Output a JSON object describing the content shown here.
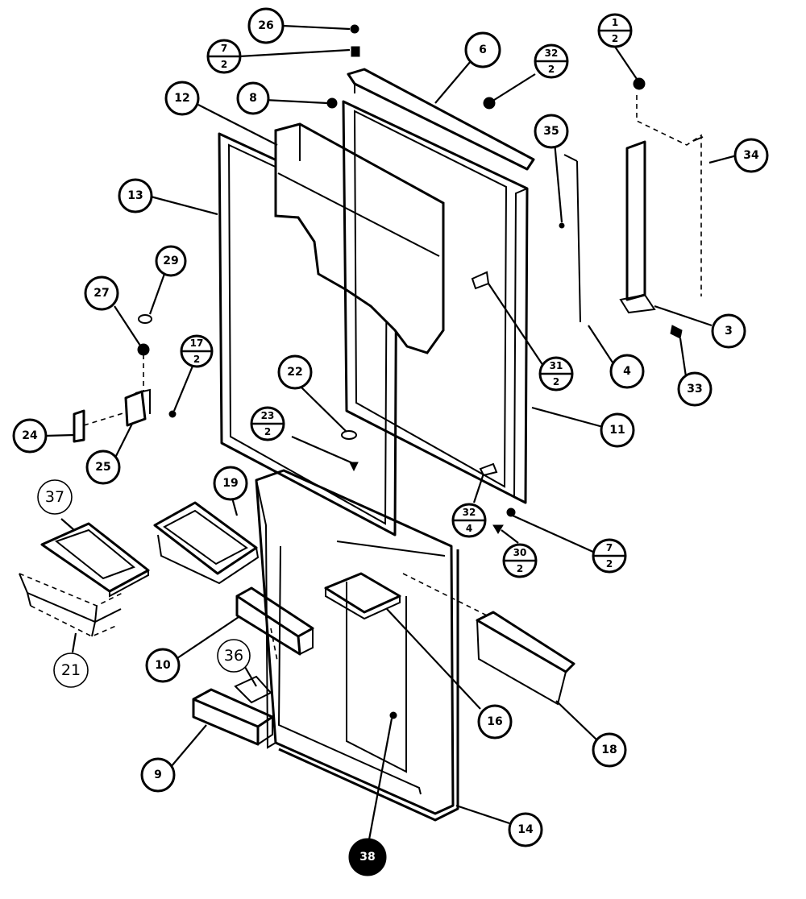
{
  "callouts": [
    {
      "id": "c26",
      "label": "26"
    },
    {
      "id": "c7-2-top",
      "numerator": "7",
      "denominator": "2"
    },
    {
      "id": "c6",
      "label": "6"
    },
    {
      "id": "c32-2",
      "numerator": "32",
      "denominator": "2"
    },
    {
      "id": "c1-2",
      "numerator": "1",
      "denominator": "2"
    },
    {
      "id": "c12",
      "label": "12"
    },
    {
      "id": "c8",
      "label": "8"
    },
    {
      "id": "c35",
      "label": "35"
    },
    {
      "id": "c34",
      "label": "34"
    },
    {
      "id": "c13",
      "label": "13"
    },
    {
      "id": "c29",
      "label": "29"
    },
    {
      "id": "c27",
      "label": "27"
    },
    {
      "id": "c17-2",
      "numerator": "17",
      "denominator": "2"
    },
    {
      "id": "c22",
      "label": "22"
    },
    {
      "id": "c31-2",
      "numerator": "31",
      "denominator": "2"
    },
    {
      "id": "c4",
      "label": "4"
    },
    {
      "id": "c3",
      "label": "3"
    },
    {
      "id": "c33",
      "label": "33"
    },
    {
      "id": "c11",
      "label": "11"
    },
    {
      "id": "c24",
      "label": "24"
    },
    {
      "id": "c25",
      "label": "25"
    },
    {
      "id": "c23-2",
      "numerator": "23",
      "denominator": "2"
    },
    {
      "id": "c37",
      "label": "37"
    },
    {
      "id": "c19",
      "label": "19"
    },
    {
      "id": "c32-4",
      "numerator": "32",
      "denominator": "4"
    },
    {
      "id": "c30-2",
      "numerator": "30",
      "denominator": "2"
    },
    {
      "id": "c7-2-bottom",
      "numerator": "7",
      "denominator": "2"
    },
    {
      "id": "c21",
      "label": "21"
    },
    {
      "id": "c10",
      "label": "10"
    },
    {
      "id": "c36",
      "label": "36"
    },
    {
      "id": "c16",
      "label": "16"
    },
    {
      "id": "c18",
      "label": "18"
    },
    {
      "id": "c9",
      "label": "9"
    },
    {
      "id": "c14",
      "label": "14"
    },
    {
      "id": "c38",
      "label": "38"
    }
  ]
}
